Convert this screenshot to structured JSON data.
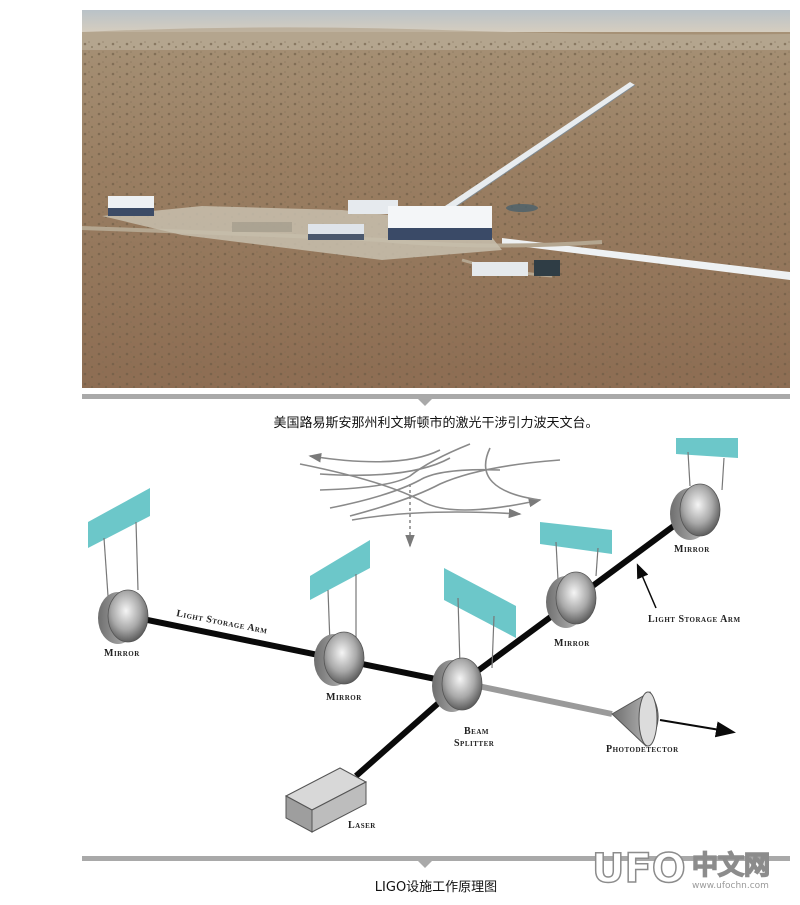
{
  "photo": {
    "caption": "美国路易斯安那州利文斯顿市的激光干涉引力波天文台。"
  },
  "diagram": {
    "caption": "LIGO设施工作原理图",
    "labels": {
      "light_storage_arm_left": "Light Storage Arm",
      "light_storage_arm_right": "Light Storage Arm",
      "mirror_far_left": "Mirror",
      "mirror_near_left": "Mirror",
      "mirror_near_right": "Mirror",
      "mirror_far_right": "Mirror",
      "beam_splitter_line1": "Beam",
      "beam_splitter_line2": "Splitter",
      "photodetector": "Photodetector",
      "laser": "Laser"
    },
    "colors": {
      "panel": "#6cc7c9",
      "beam": "#0a0a0a",
      "output_beam": "#9a9a9a"
    }
  },
  "watermark": {
    "brand_main": "UFO",
    "brand_cn": "中文网",
    "url": "www.ufochn.com"
  }
}
